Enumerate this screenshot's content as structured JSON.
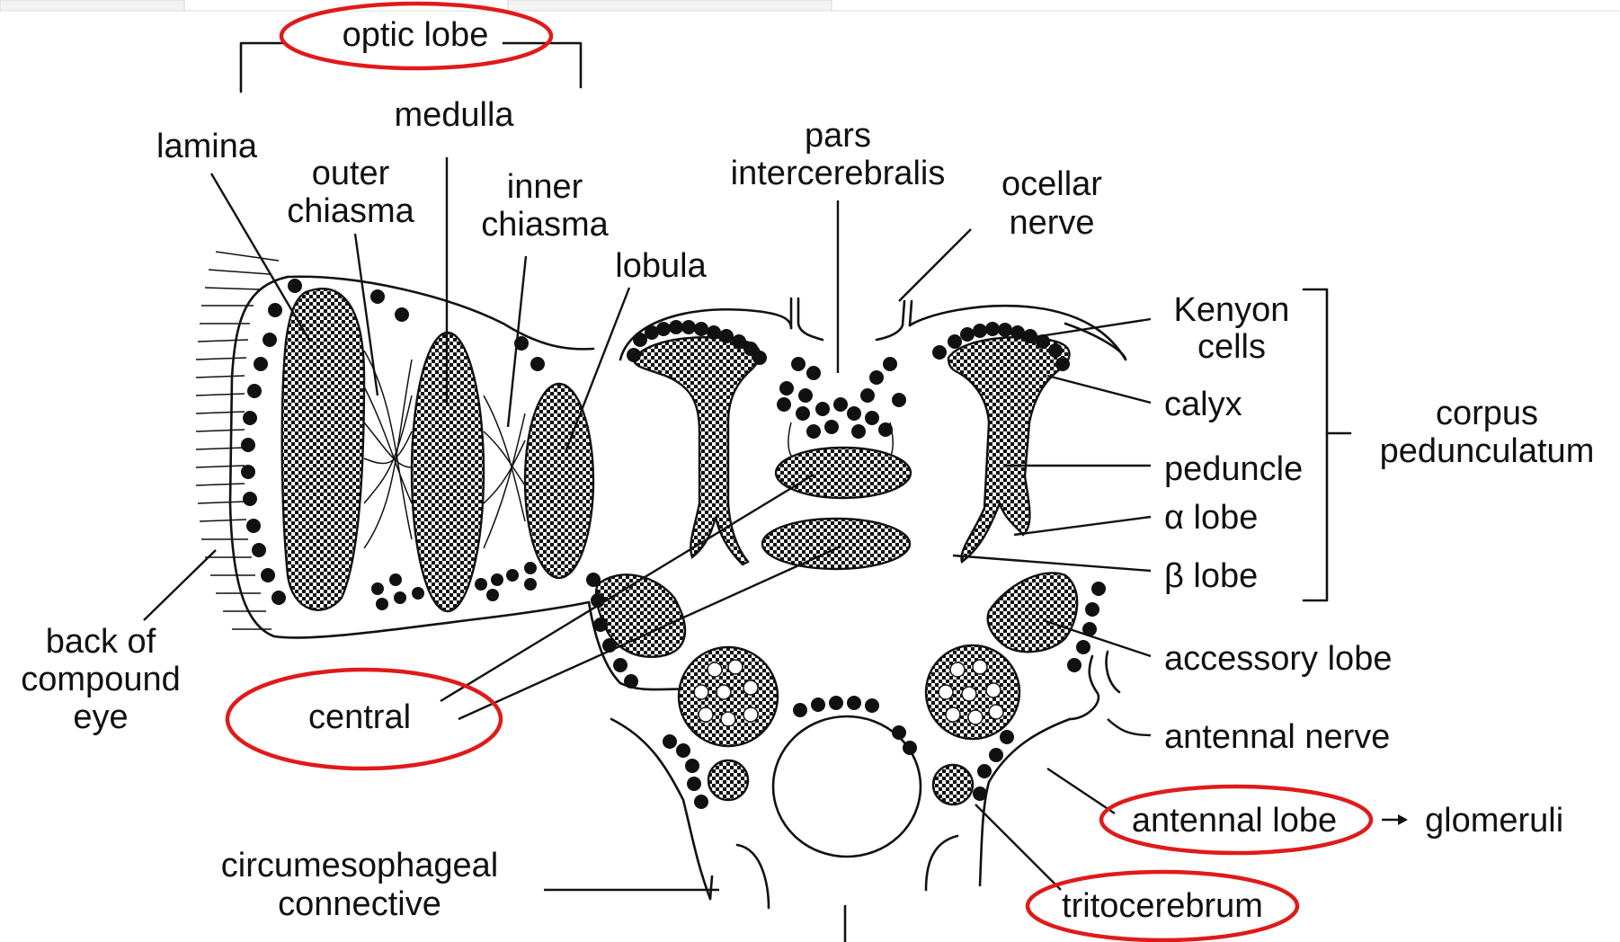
{
  "labels": {
    "optic_lobe": "optic lobe",
    "medulla": "medulla",
    "lamina": "lamina",
    "outer_chiasma_1": "outer",
    "outer_chiasma_2": "chiasma",
    "inner_chiasma_1": "inner",
    "inner_chiasma_2": "chiasma",
    "lobula": "lobula",
    "pars_1": "pars",
    "pars_2": "intercerebralis",
    "ocellar_1": "ocellar",
    "ocellar_2": "nerve",
    "kenyon_1": "Kenyon",
    "kenyon_2": "cells",
    "calyx": "calyx",
    "peduncle": "peduncle",
    "alpha_lobe": "α lobe",
    "beta_lobe": "β lobe",
    "corpus_1": "corpus",
    "corpus_2": "pedunculatum",
    "accessory_lobe": "accessory lobe",
    "antennal_nerve": "antennal nerve",
    "antennal_lobe": "antennal lobe",
    "glomeruli": "glomeruli",
    "tritocerebrum": "tritocerebrum",
    "back_1": "back of",
    "back_2": "compound",
    "back_3": "eye",
    "central": "central",
    "circum_1": "circumesophageal",
    "circum_2": "connective"
  },
  "colors": {
    "highlight": "#e01a1a",
    "ink": "#111111",
    "background": "#ffffff"
  },
  "highlighted": [
    "optic lobe",
    "central",
    "antennal lobe",
    "tritocerebrum"
  ]
}
